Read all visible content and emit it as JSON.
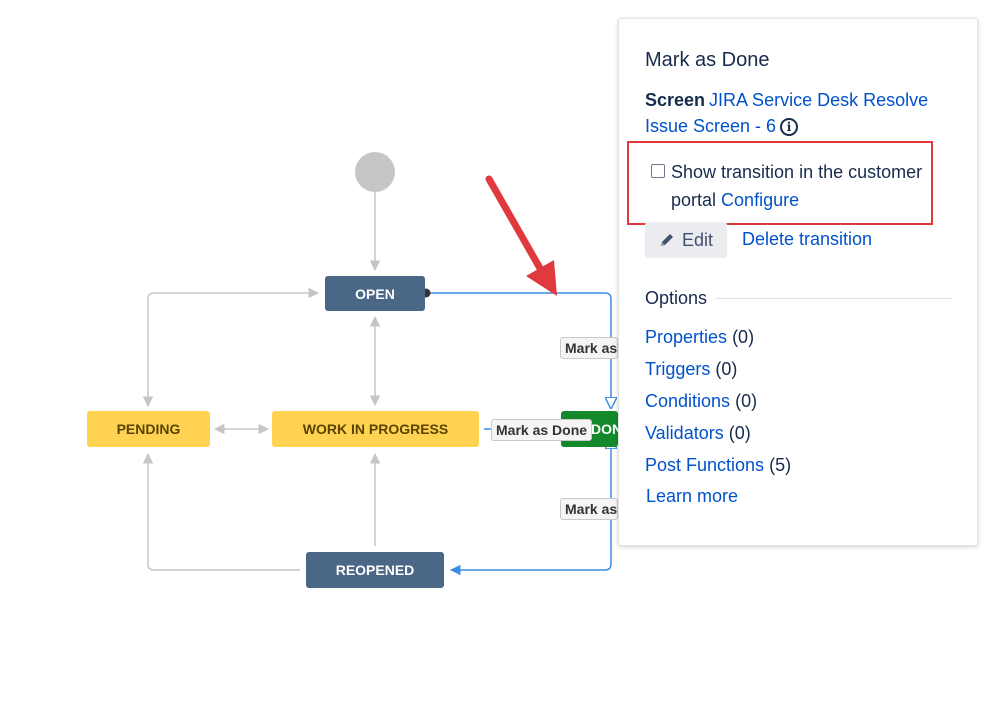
{
  "workflow": {
    "statuses": {
      "open": "OPEN",
      "pending": "PENDING",
      "work_in_progress": "WORK IN PROGRESS",
      "done": "DONE",
      "reopened": "REOPENED"
    },
    "transition_labels": {
      "top": "Mark as Done",
      "middle": "Mark as Done",
      "bottom": "Mark as Done"
    },
    "colors": {
      "status_blue": "#4a6785",
      "status_yellow": "#ffd351",
      "status_green": "#14892c",
      "line_gray": "#c6c6c6",
      "line_selected": "#3b8ce3",
      "annotation_red": "#e0393e"
    }
  },
  "panel": {
    "title": "Mark as Done",
    "screen_label": "Screen",
    "screen_link": "JIRA Service Desk Resolve Issue Screen - 6",
    "info_icon": "i",
    "checkbox_checked": false,
    "checkbox_label": "Show transition in the customer portal",
    "configure_link": "Configure",
    "edit_button": "Edit",
    "delete_link": "Delete transition",
    "options_heading": "Options",
    "options": [
      {
        "label": "Properties",
        "count": "(0)"
      },
      {
        "label": "Triggers",
        "count": "(0)"
      },
      {
        "label": "Conditions",
        "count": "(0)"
      },
      {
        "label": "Validators",
        "count": "(0)"
      },
      {
        "label": "Post Functions",
        "count": "(5)"
      }
    ],
    "learn_more": "Learn more"
  }
}
